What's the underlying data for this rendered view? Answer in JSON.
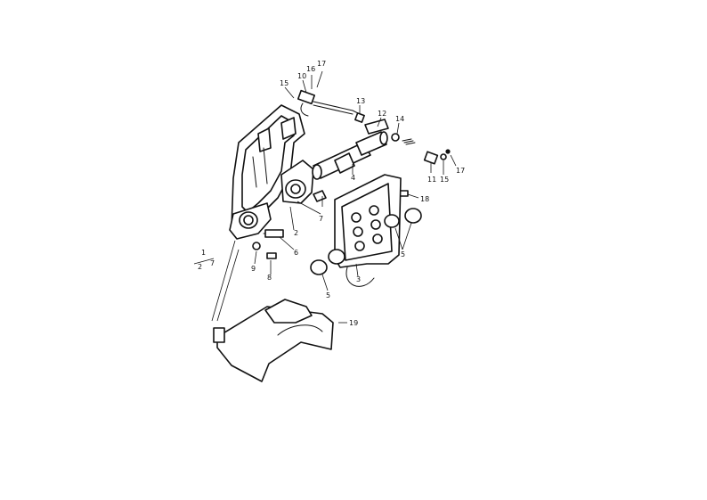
{
  "callouts": {
    "c1": "1",
    "c2": "2",
    "c3": "3",
    "c4": "4",
    "c5a": "5",
    "c5b": "5",
    "c6": "6",
    "c7a": "7",
    "c7b": "7",
    "c8": "8",
    "c9": "9",
    "c10": "10",
    "c11": "11",
    "c12": "12",
    "c13": "13",
    "c14": "14",
    "c15a": "15",
    "c15b": "15",
    "c16": "16",
    "c17a": "17",
    "c17b": "17",
    "c18": "18",
    "c19": "19",
    "c2b": "2"
  }
}
